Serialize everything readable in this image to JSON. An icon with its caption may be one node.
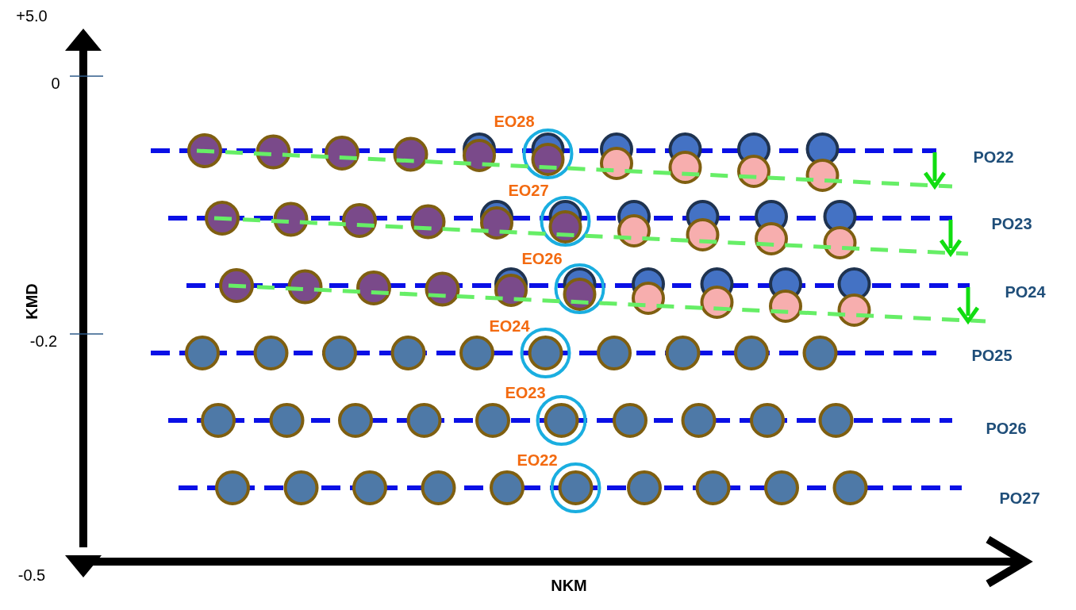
{
  "diagram": {
    "labels": [
      "+5.0",
      "0",
      "EO28",
      "PO22",
      "EO27",
      "PO23",
      "EO26",
      "PO24",
      "-0.2",
      "EO24",
      "PO25",
      "EO23",
      "PO26",
      "EO22",
      "PO27",
      "KMD",
      "-0.5",
      "NKM"
    ]
  }
}
